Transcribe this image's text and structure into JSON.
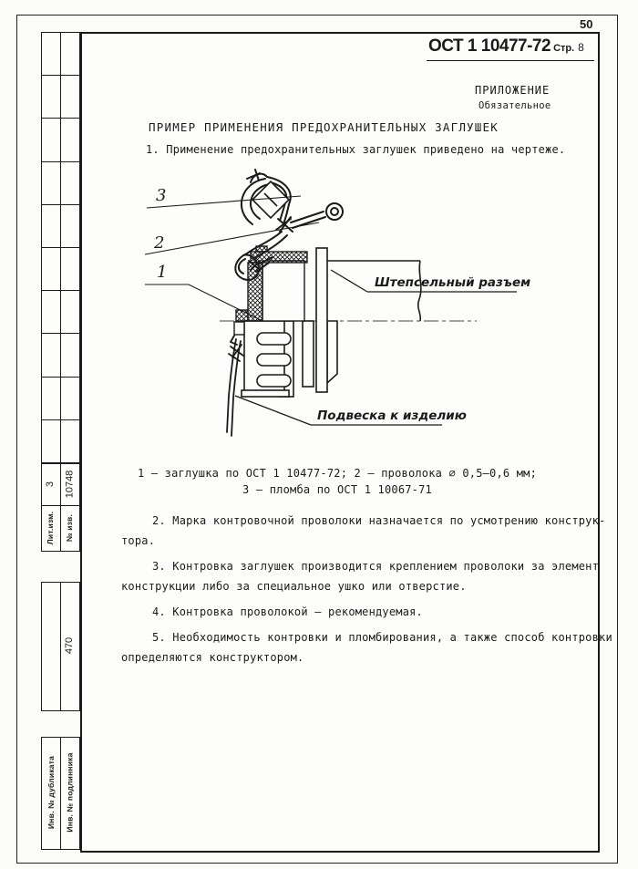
{
  "page": {
    "number": "50"
  },
  "header": {
    "doc": "ОСТ 1 10477-72",
    "page_label": "Стр.",
    "page_num": "8"
  },
  "appendix": {
    "title": "ПРИЛОЖЕНИЕ",
    "subtitle": "Обязательное"
  },
  "title": "ПРИМЕР ПРИМЕНЕНИЯ ПРЕДОХРАНИТЕЛЬНЫХ ЗАГЛУШЕК",
  "intro": "1. Применение предохранительных заглушек приведено на чертеже.",
  "figure": {
    "callouts": [
      "3",
      "2",
      "1"
    ],
    "label_connector": "Штепсельный разъем",
    "label_suspension": "Подвеска к изделию",
    "caption_lines": [
      "1 – заглушка по ОСТ 1 10477-72;  2 – проволока ∅ 0,5–0,6 мм;",
      "3 – пломба по ОСТ 1 10067-71"
    ]
  },
  "paragraphs": [
    {
      "lines": [
        "2. Марка контровочной проволоки назначается по усмотрению конструк-",
        "тора."
      ]
    },
    {
      "lines": [
        "3. Контровка заглушек производится креплением проволоки за элемент",
        "конструкции либо за специальное ушко или отверстие."
      ]
    },
    {
      "lines": [
        "4. Контровка проволокой – рекомендуемая."
      ]
    },
    {
      "lines": [
        "5. Необходимость контровки и пломбирования, а также способ контровки",
        "определяются конструктором."
      ]
    }
  ],
  "sidebar": {
    "empty_rows": 10,
    "lit_label": "Лит.изм.",
    "izv_label": "№ изв.",
    "lit_value": "3",
    "izv_value": "10748",
    "num_470": "470",
    "inv_dup": "Инв. № дубликата",
    "inv_orig": "Инв. № подлинника"
  }
}
